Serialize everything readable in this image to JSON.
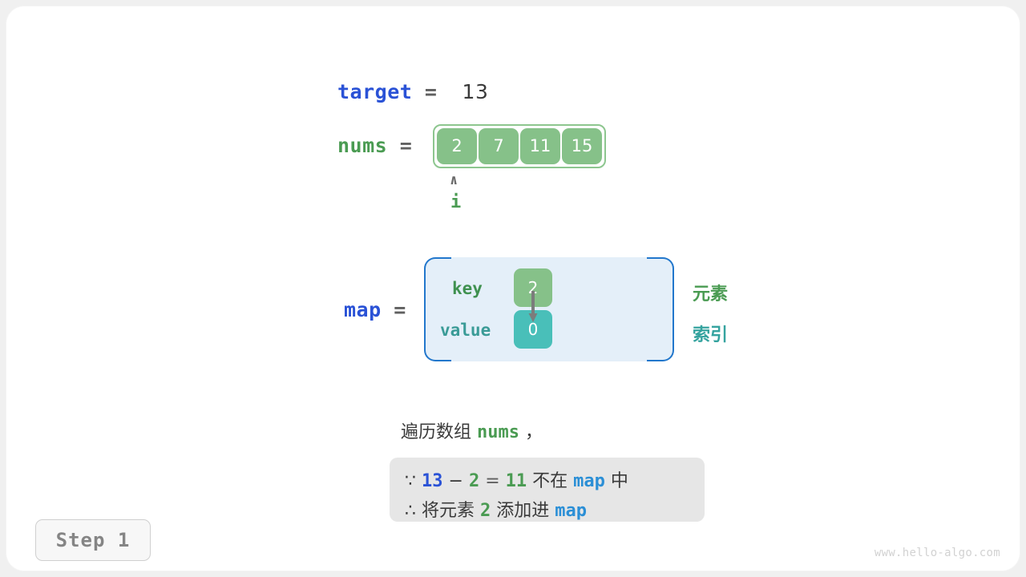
{
  "watermark": "www.hello-algo.com",
  "step_badge": {
    "label": "Step 1"
  },
  "target_row": {
    "var_name": "target",
    "equals": "=",
    "value": "13"
  },
  "nums_row": {
    "var_name": "nums",
    "equals": "=",
    "values": [
      "2",
      "7",
      "11",
      "15"
    ],
    "pointer": {
      "caret": "∧",
      "label": "i",
      "index": 0
    }
  },
  "map_row": {
    "var_name": "map",
    "equals": "=",
    "key_label": "key",
    "value_label": "value",
    "key_cell": "2",
    "value_cell": "0",
    "legend_element": "元素",
    "legend_index": "索引"
  },
  "explanation": {
    "traverse_prefix": "遍历数组 ",
    "traverse_var": "nums",
    "traverse_suffix": " ，",
    "line1": {
      "symbol": "∵",
      "a": "13",
      "minus": "−",
      "b": "2",
      "eq": "=",
      "result": "11",
      "mid_text": " 不在 ",
      "map_name": "map",
      "tail": " 中"
    },
    "line2": {
      "symbol": "∴",
      "pre_text": " 将元素 ",
      "element": "2",
      "mid_text": " 添加进 ",
      "map_name": "map"
    }
  },
  "colors": {
    "blue": "#2a52d6",
    "green": "#4a9b52",
    "teal": "#35a39f",
    "cell_green": "#86c189",
    "cell_teal": "#49bfb9",
    "map_bg": "#e4eff9",
    "map_border": "#2277cc",
    "note_bg": "#e6e6e6"
  }
}
